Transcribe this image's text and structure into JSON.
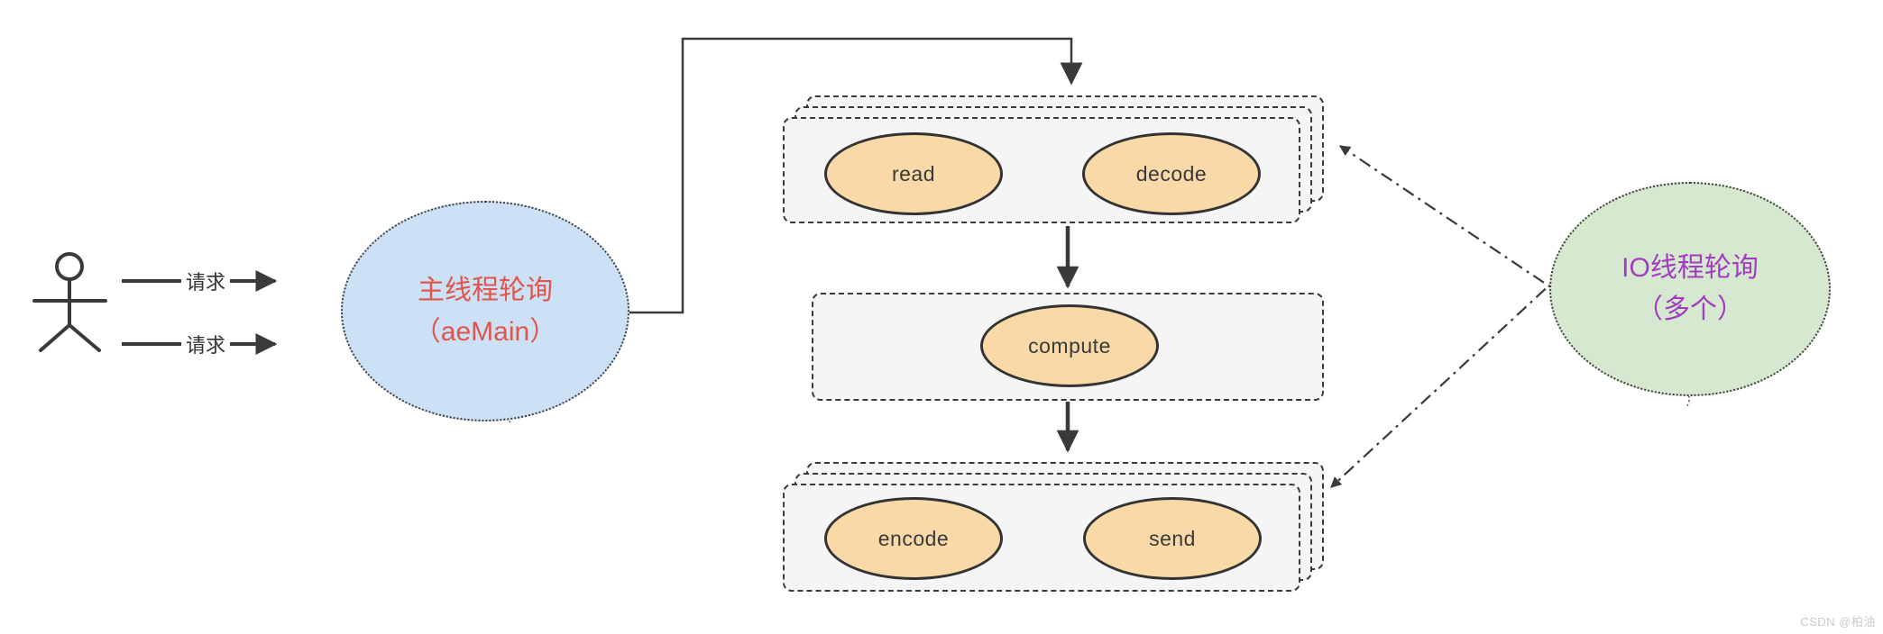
{
  "diagram": {
    "actor": {
      "icon": "stick-figure"
    },
    "requests": [
      "请求",
      "请求"
    ],
    "main_thread": {
      "line1": "主线程轮询",
      "line2": "（aeMain）"
    },
    "io_thread": {
      "line1": "IO线程轮询",
      "line2": "（多个）"
    },
    "stages": {
      "read_decode": [
        "read",
        "decode"
      ],
      "compute": [
        "compute"
      ],
      "encode_send": [
        "encode",
        "send"
      ]
    }
  },
  "colors": {
    "line": "#3a3a3a",
    "box_fill": "#f5f5f5",
    "node_stroke": "#333333",
    "orange_fill": "#f8d9a7",
    "blue_fill": "#cce0f6",
    "green_fill": "#d6e8cf",
    "red_text": "#e0564c",
    "purple_text": "#a33cc0",
    "watermark": "#c9c9c9"
  },
  "watermark": "CSDN @柏油"
}
